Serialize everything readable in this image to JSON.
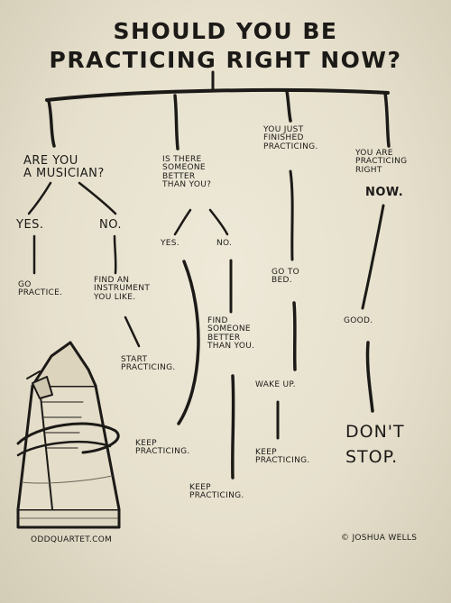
{
  "title": {
    "line1": "SHOULD YOU BE",
    "line2": "PRACTICING RIGHT NOW?"
  },
  "branches": [
    {
      "question": "ARE YOU\nA MUSICIAN?",
      "yes": {
        "label": "YES.",
        "result": "GO\nPRACTICE."
      },
      "no": {
        "label": "NO.",
        "result": "FIND AN\nINSTRUMENT\nYOU LIKE.",
        "next": "START\nPRACTICING."
      },
      "final": "KEEP\nPRACTICING."
    },
    {
      "question": "IS THERE\nSOMEONE\nBETTER\nTHAN YOU?",
      "yes": {
        "label": "YES."
      },
      "no": {
        "label": "NO.",
        "result": "FIND\nSOMEONE\nBETTER\nTHAN YOU."
      },
      "final": "KEEP\nPRACTICING."
    },
    {
      "question": "YOU JUST\nFINISHED\nPRACTICING.",
      "step1": "GO TO\nBED.",
      "step2": "WAKE UP.",
      "final": "KEEP\nPRACTICING."
    },
    {
      "question_line1": "YOU ARE\nPRACTICING\nRIGHT",
      "question_emphasis": "NOW.",
      "step1": "GOOD.",
      "final": "DON'T\nSTOP."
    }
  ],
  "footer": {
    "site": "ODDQUARTET.COM",
    "credit": "© JOSHUA WELLS"
  }
}
